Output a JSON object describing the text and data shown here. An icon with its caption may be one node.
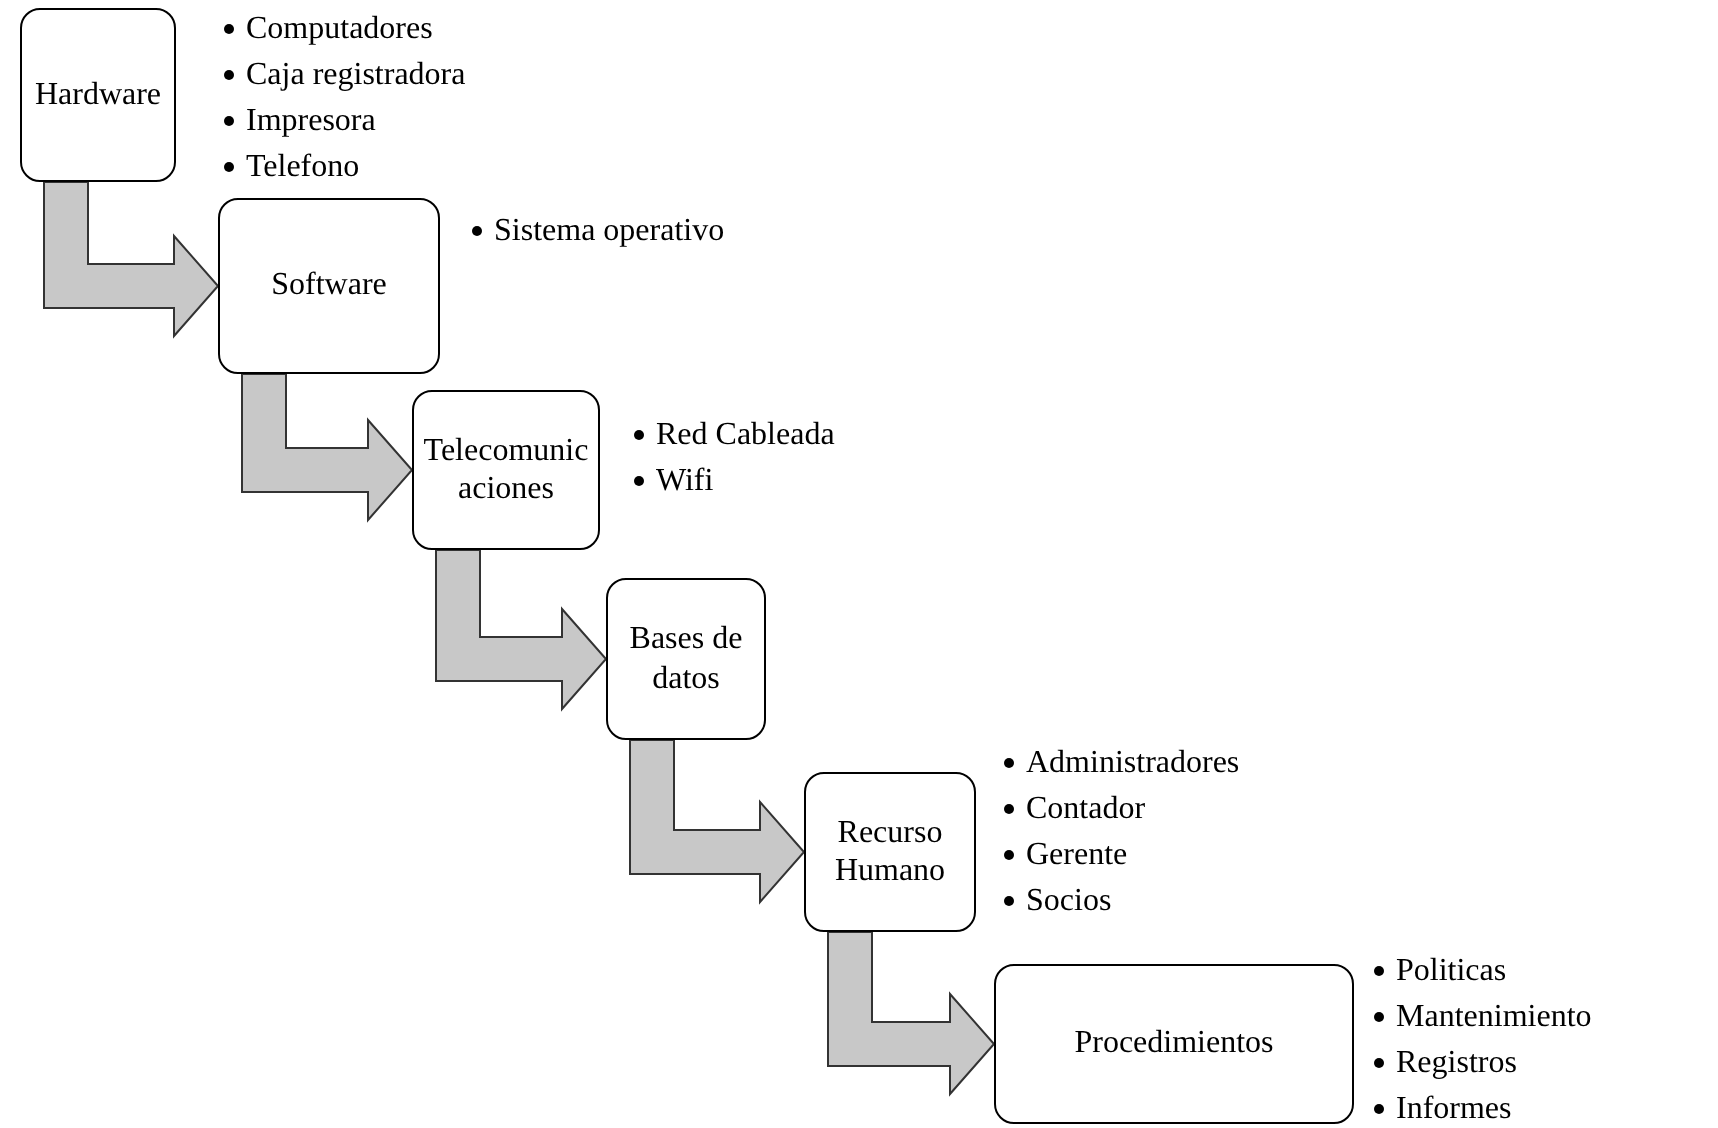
{
  "diagram": {
    "nodes": [
      {
        "text": [
          "Hardware"
        ],
        "beside": [
          "Computadores",
          "Caja registradora",
          "Impresora",
          "Telefono"
        ]
      },
      {
        "text": [
          "Software"
        ],
        "beside": [
          "Sistema operativo"
        ]
      },
      {
        "text": [
          "Telecomunicaciones"
        ],
        "beside": [
          "Red Cableada",
          "Wifi"
        ]
      },
      {
        "text": [
          "Bases de datos"
        ]
      },
      {
        "text": [
          "Recurso Humano"
        ],
        "beside": [
          "Administradores",
          "Contador",
          "Gerente",
          "Socios"
        ]
      },
      {
        "text": [
          "Procedimientos"
        ],
        "beside": [
          "Politicas",
          "Mantenimiento",
          "Registros",
          "Informes"
        ]
      }
    ],
    "edges": [
      {
        "from": 0,
        "to": 1,
        "arrow": "to"
      },
      {
        "from": 1,
        "to": 2,
        "arrow": "to"
      },
      {
        "from": 2,
        "to": 3,
        "arrow": "to"
      },
      {
        "from": 3,
        "to": 4,
        "arrow": "to"
      },
      {
        "from": 4,
        "to": 5,
        "arrow": "to"
      }
    ]
  }
}
